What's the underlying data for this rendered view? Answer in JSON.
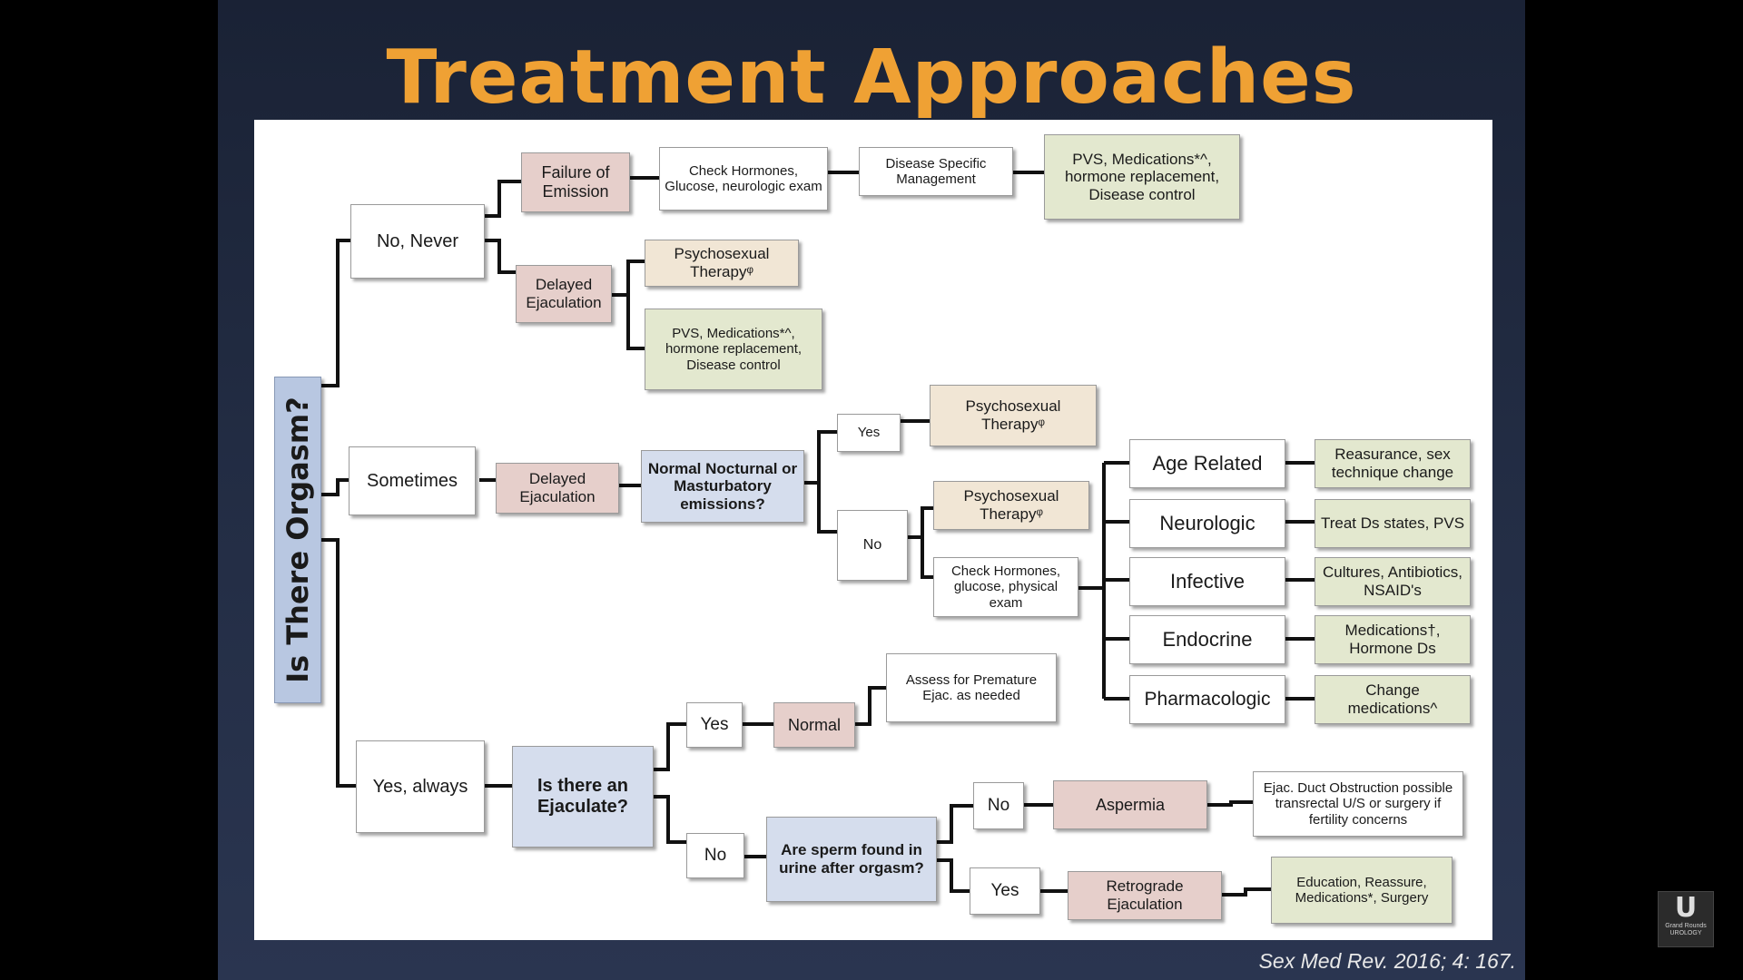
{
  "slide": {
    "title": "Treatment Approaches",
    "citation": "Sex Med Rev. 2016; 4: 167."
  },
  "logo": {
    "mark": "U",
    "line1": "Grand Rounds",
    "line2": "UROLOGY"
  },
  "flowchart": {
    "root": "Is There Orgasm?",
    "nodes": {
      "no_never": "No, Never",
      "failure_emission": "Failure of Emission",
      "check_hormones_1": "Check Hormones, Glucose, neurologic exam",
      "disease_specific": "Disease Specific Management",
      "pvs_1": "PVS, Medications*^, hormone replacement, Disease control",
      "delayed_ejac_1": "Delayed Ejaculation",
      "psychosexual_1": "Psychosexual Therapyᵠ",
      "pvs_2": "PVS, Medications*^, hormone replacement, Disease control",
      "sometimes": "Sometimes",
      "delayed_ejac_2": "Delayed Ejaculation",
      "nocturnal": "Normal Nocturnal or Masturbatory emissions?",
      "yes_small": "Yes",
      "psychosexual_2": "Psychosexual Therapyᵠ",
      "no_small": "No",
      "psychosexual_3": "Psychosexual Therapyᵠ",
      "check_hormones_2": "Check Hormones, glucose, physical exam",
      "age_related": "Age Related",
      "neurologic": "Neurologic",
      "infective": "Infective",
      "endocrine": "Endocrine",
      "pharmacologic": "Pharmacologic",
      "reassurance": "Reasurance, sex technique change",
      "treat_ds": "Treat Ds states, PVS",
      "cultures": "Cultures, Antibiotics, NSAID's",
      "meds_hormone": "Medications†, Hormone Ds",
      "change_meds": "Change medications^",
      "yes_always": "Yes, always",
      "is_ejaculate": "Is there an Ejaculate?",
      "yes_2": "Yes",
      "normal": "Normal",
      "assess_premature": "Assess for Premature Ejac. as needed",
      "no_2": "No",
      "sperm_urine": "Are sperm found in urine after orgasm?",
      "no_3": "No",
      "aspermia": "Aspermia",
      "ejac_duct": "Ejac. Duct Obstruction possible transrectal U/S or surgery if fertility concerns",
      "yes_3": "Yes",
      "retrograde": "Retrograde Ejaculation",
      "education": "Education, Reassure, Medications*, Surgery"
    }
  }
}
